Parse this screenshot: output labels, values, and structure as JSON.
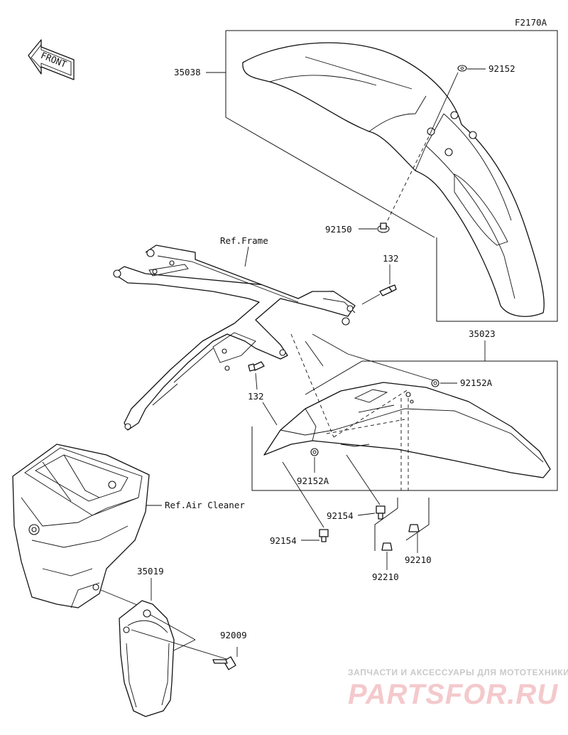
{
  "figure_code": "F2170A",
  "front_label": "FRONT",
  "references": {
    "frame": "Ref.Frame",
    "air_cleaner": "Ref.Air Cleaner"
  },
  "parts": {
    "front_fender": "35038",
    "rear_fender": "35023",
    "side_cover": "35019",
    "bolt_132_a": "132",
    "bolt_132_b": "132",
    "washer_92152": "92152",
    "washer_92150": "92150",
    "washer_92152a_top": "92152A",
    "washer_92152a_mid": "92152A",
    "bolt_92154_a": "92154",
    "bolt_92154_b": "92154",
    "nut_92210_a": "92210",
    "nut_92210_b": "92210",
    "screw_92009": "92009"
  },
  "watermark": {
    "caption": "ЗАПЧАСТИ И АКСЕССУАРЫ ДЛЯ МОТОТЕХНИКИ",
    "logo": "PARTSFOR.RU"
  }
}
